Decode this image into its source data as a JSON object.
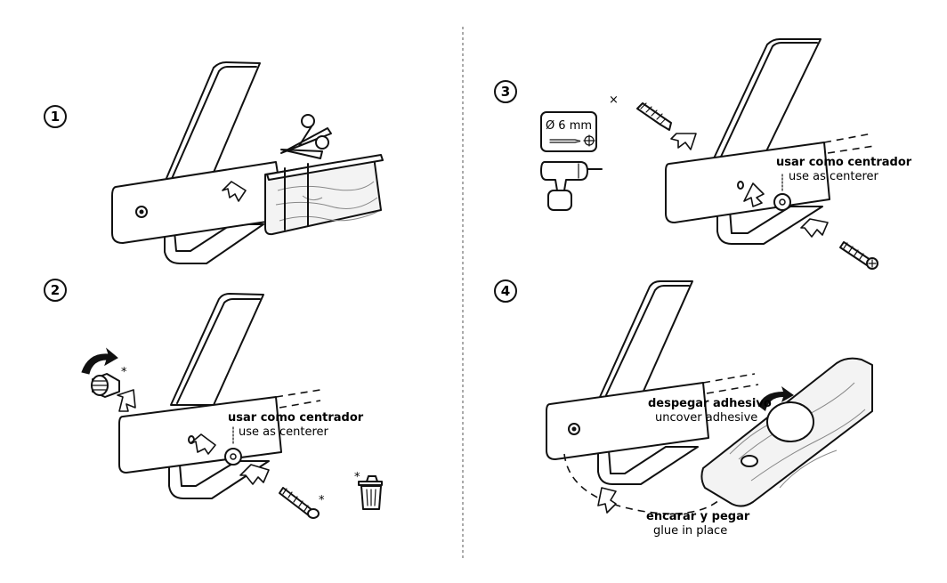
{
  "steps": [
    {
      "number": "1"
    },
    {
      "number": "2",
      "centerer_es": "usar como centrador",
      "centerer_en": "use as centerer",
      "asterisk": "*"
    },
    {
      "number": "3",
      "drill_size": "Ø 6 mm",
      "centerer_es": "usar como centrador",
      "centerer_en": "use as centerer"
    },
    {
      "number": "4",
      "adhesive_es": "despegar adhesivo",
      "adhesive_en": "uncover adhesive",
      "glue_es": "encarar y pegar",
      "glue_en": "glue in place"
    }
  ],
  "icons": [
    "scissors-icon",
    "drill-icon",
    "wall-plug-icon",
    "screw-icon",
    "knob-icon",
    "trash-icon",
    "rotate-arrow-icon"
  ]
}
